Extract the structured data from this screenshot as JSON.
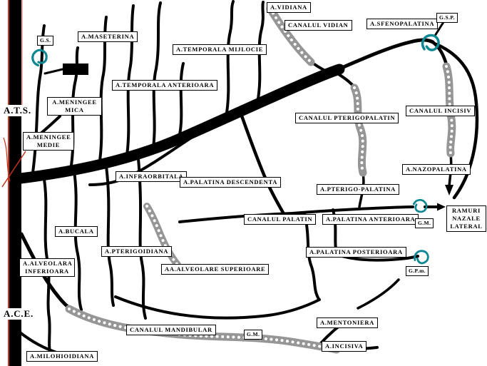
{
  "colors": {
    "artery": "#000000",
    "canal_gray": "#969696",
    "canal_dots": "#ffffff",
    "loop_teal": "#0f8792",
    "accent_red": "#c5331b",
    "label_border": "#000000",
    "background": "#ffffff"
  },
  "edge_labels": {
    "ats": "A.T.S.",
    "ace": "A.C.E."
  },
  "labels": [
    {
      "name": "a-vidiana",
      "text": "A.VIDIANA"
    },
    {
      "name": "canalul-vidian",
      "text": "CANALUL VIDIAN"
    },
    {
      "name": "a-sfenopalatina",
      "text": "A.SFENOPALATINA"
    },
    {
      "name": "gsp",
      "text": "G.S.P."
    },
    {
      "name": "gs",
      "text": "G.S."
    },
    {
      "name": "a-maseterina",
      "text": "A.MASETERINA"
    },
    {
      "name": "a-temporala-mijlocie",
      "text": "A.TEMPORALA MIJLOCIE"
    },
    {
      "name": "a-temporala-anterioara",
      "text": "A.TEMPORALA ANTERIOARA"
    },
    {
      "name": "a-meningee-mica",
      "text": "A.MENINGEE MICA"
    },
    {
      "name": "a-meningee-medie",
      "text": "A.MENINGEE MEDIE"
    },
    {
      "name": "canalul-pterigopalatin",
      "text": "CANALUL PTERIGOPALATIN"
    },
    {
      "name": "canalul-incisiv",
      "text": "CANALUL INCISIV"
    },
    {
      "name": "a-infraorbitala",
      "text": "A.INFRAORBITALA"
    },
    {
      "name": "a-palatina-descendenta",
      "text": "A.PALATINA DESCENDENTA"
    },
    {
      "name": "a-pterigo-palatina",
      "text": "A.PTERIGO-PALATINA"
    },
    {
      "name": "a-nazopalatina",
      "text": "A.NAZOPALATINA"
    },
    {
      "name": "a-bucala",
      "text": "A.BUCALA"
    },
    {
      "name": "canalul-palatin",
      "text": "CANALUL PALATIN"
    },
    {
      "name": "a-palatina-anterioara",
      "text": "A.PALATINA ANTERIOARA"
    },
    {
      "name": "gm-right",
      "text": "G.M."
    },
    {
      "name": "ramuri-nazale-laterale",
      "text": "RAMURI NAZALE LATERAL"
    },
    {
      "name": "a-pterigoidiana",
      "text": "A.PTERIGOIDIANA"
    },
    {
      "name": "aa-alveolare-superioare",
      "text": "AA.ALVEOLARE SUPERIOARE"
    },
    {
      "name": "a-palatina-posterioara",
      "text": "A.PALATINA POSTERIOARA"
    },
    {
      "name": "gpm",
      "text": "G.P.m."
    },
    {
      "name": "a-alveolara-inferioara",
      "text": "A.ALVEOLARA INFERIOARA"
    },
    {
      "name": "canalul-mandibular",
      "text": "CANALUL MANDIBULAR"
    },
    {
      "name": "gm-bottom",
      "text": "G.M."
    },
    {
      "name": "a-mentoniera",
      "text": "A.MENTONIERA"
    },
    {
      "name": "a-incisiva",
      "text": "A.INCISIVA"
    },
    {
      "name": "a-milohioidiana",
      "text": "A.MILOHIOIDIANA"
    }
  ]
}
